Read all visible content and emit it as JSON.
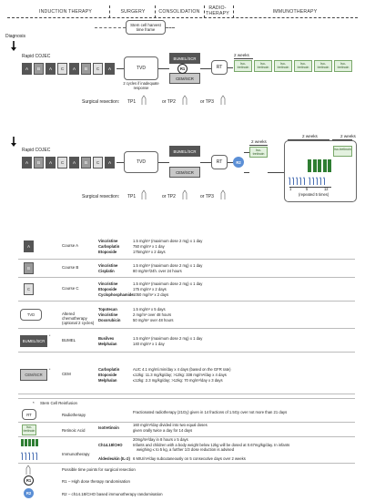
{
  "phases": {
    "induction": "INDUCTION THERAPY",
    "surgery": "SURGERY",
    "consolidation": "CONSOLIDATION",
    "radiotherapy": "RADIO-THERAPY",
    "immunotherapy": "IMMUNOTHERAPY"
  },
  "top": {
    "harvest": "Stem cell harvest time frame",
    "diagnosis": "Diagnosis",
    "rapid_cojec": "Rapid COJEC",
    "courses": [
      "A",
      "B",
      "A",
      "C",
      "A",
      "B",
      "C",
      "A"
    ],
    "tvd": "TVD",
    "tvd_note": "2 cycles if inadequate response",
    "bumel": "BUMEL/SCR",
    "cem": "CEM/SCR",
    "r1": "R1",
    "rt": "RT",
    "two_weeks": "2 weeks",
    "iso": "Iso-tretinoin",
    "surgical_resection": "Surgical resection:",
    "tp1": "TP1",
    "tp2": "or TP2",
    "tp3": "or TP3"
  },
  "bottom": {
    "rapid_cojec": "Rapid COJEC",
    "courses": [
      "A",
      "B",
      "A",
      "C",
      "A",
      "B",
      "C",
      "A"
    ],
    "tvd": "TVD",
    "bumel": "BUMEL/SCR",
    "cem": "CEM/SCR",
    "rt": "RT",
    "r2": "R2",
    "two_weeks_left": "2 weeks",
    "two_weeks_mid": "2 weeks",
    "two_weeks_right": "2 weeks",
    "iso": "Iso-tretinoin",
    "day_ticks": [
      "1",
      "5",
      "12"
    ],
    "repeated": "(repeated 5 times)",
    "surgical_resection": "Surgical resection:",
    "tp1": "TP1",
    "tp2": "or TP2",
    "tp3": "or TP3"
  },
  "legend": [
    {
      "symbol": "A",
      "name": "Course A",
      "drugs": [
        "Vincristine",
        "Carboplatin",
        "Etoposide"
      ],
      "doses": [
        "1.5 mg/m² (maximum dose 2 mg) x 1 day",
        "750 mg/m² x 1 day",
        "175mg/m² x 2 days"
      ]
    },
    {
      "symbol": "B",
      "name": "Course B",
      "drugs": [
        "Vincristine",
        "Cisplatin"
      ],
      "doses": [
        "1.5 mg/m² (maximum dose 2 mg) x 1 day",
        "80 mg/m²/24h. over 24 hours"
      ]
    },
    {
      "symbol": "C",
      "name": "Course C",
      "drugs": [
        "Vincristine",
        "Etoposide",
        "Cyclophosphamide"
      ],
      "doses": [
        "1.5 mg/m² (maximum dose 2 mg) x 1 day",
        "175 mg/m² x 2 days",
        "1050 mg/m² x 2 days"
      ]
    },
    {
      "symbol": "TVD",
      "name": "Altered chemotherapy (optional 2 cycles)",
      "drugs": [
        "Topotecan",
        "Vincristine",
        "Doxorubicin"
      ],
      "doses": [
        "1.5 mg/m² x 5 days",
        "2 mg/m² over 48 hours",
        "50 mg/m² over 48 hours"
      ]
    },
    {
      "symbol": "BUMEL/SCR",
      "name": "BUMEL",
      "drugs": [
        "Busilvex",
        "Melphalan"
      ],
      "doses": [
        "1.5 mg/m² (maximum dose 2 mg) x 1 day",
        "140 mg/m² x 1 day"
      ]
    },
    {
      "symbol": "CEM/SCR",
      "name": "CEM",
      "drugs": [
        "Carboplatin",
        "Etoposide",
        "Melphalan"
      ],
      "doses": [
        "AUC 4.1 mg/ml.min/day x 4 days (based on the GFR rate)",
        "≤12kg: 11.3 mg/kg/day; >12kg: 338 mg/m²/day x 4 days",
        "≤12kg: 2.3 mg/kg/day; >12kg: 70 mg/m²/day x 3 days"
      ]
    }
  ],
  "legend_extra": {
    "scr": "Stem Cell Reinfusion",
    "rt_name": "Radiotherapy",
    "rt_dose": "Fractionated radiotherapy (21Gy) given in 14 fractions of 1.5Gy over not more than 21 days",
    "iso_name": "Retinoic Acid",
    "iso_drug": "Isotretinoin",
    "iso_dose1": "160 mg/m²/day divided into two equal doses",
    "iso_dose2": "given orally twice a day for 14 days",
    "immuno_name": "Immunotherapy",
    "ch_drug": "Ch14.18/CHO",
    "ch_dose1": "20mg/m²/day in 8 hours x 5 days",
    "ch_dose2": "Infants and children with a body weight below 12kg will be dosed at 0.67mg/kg/day. In infants",
    "ch_dose3": "weighing ≤ to 5 kg, a further 1/3 dose reduction is advised",
    "il2_drug": "Aldesleukin (IL-2)",
    "il2_dose": "6 MIU/m²/day subcutaneously on 5 consecutive days over 2 weeks",
    "timepoints": "Possible time points for surgical resection",
    "r1_desc": "R1 – High dose therapy randomisation",
    "r2_desc": "R2 – ch14.18/CHO based immunotherapy randomisation",
    "r1": "R1",
    "r2": "R2"
  },
  "colors": {
    "dark": "#555555",
    "mid": "#9a9a9a",
    "light": "#dcdcdc",
    "green": "#2e7d32",
    "iso_fill": "#e3f1df",
    "blue": "#4a6fb3",
    "r2": "#5b8fd6"
  }
}
